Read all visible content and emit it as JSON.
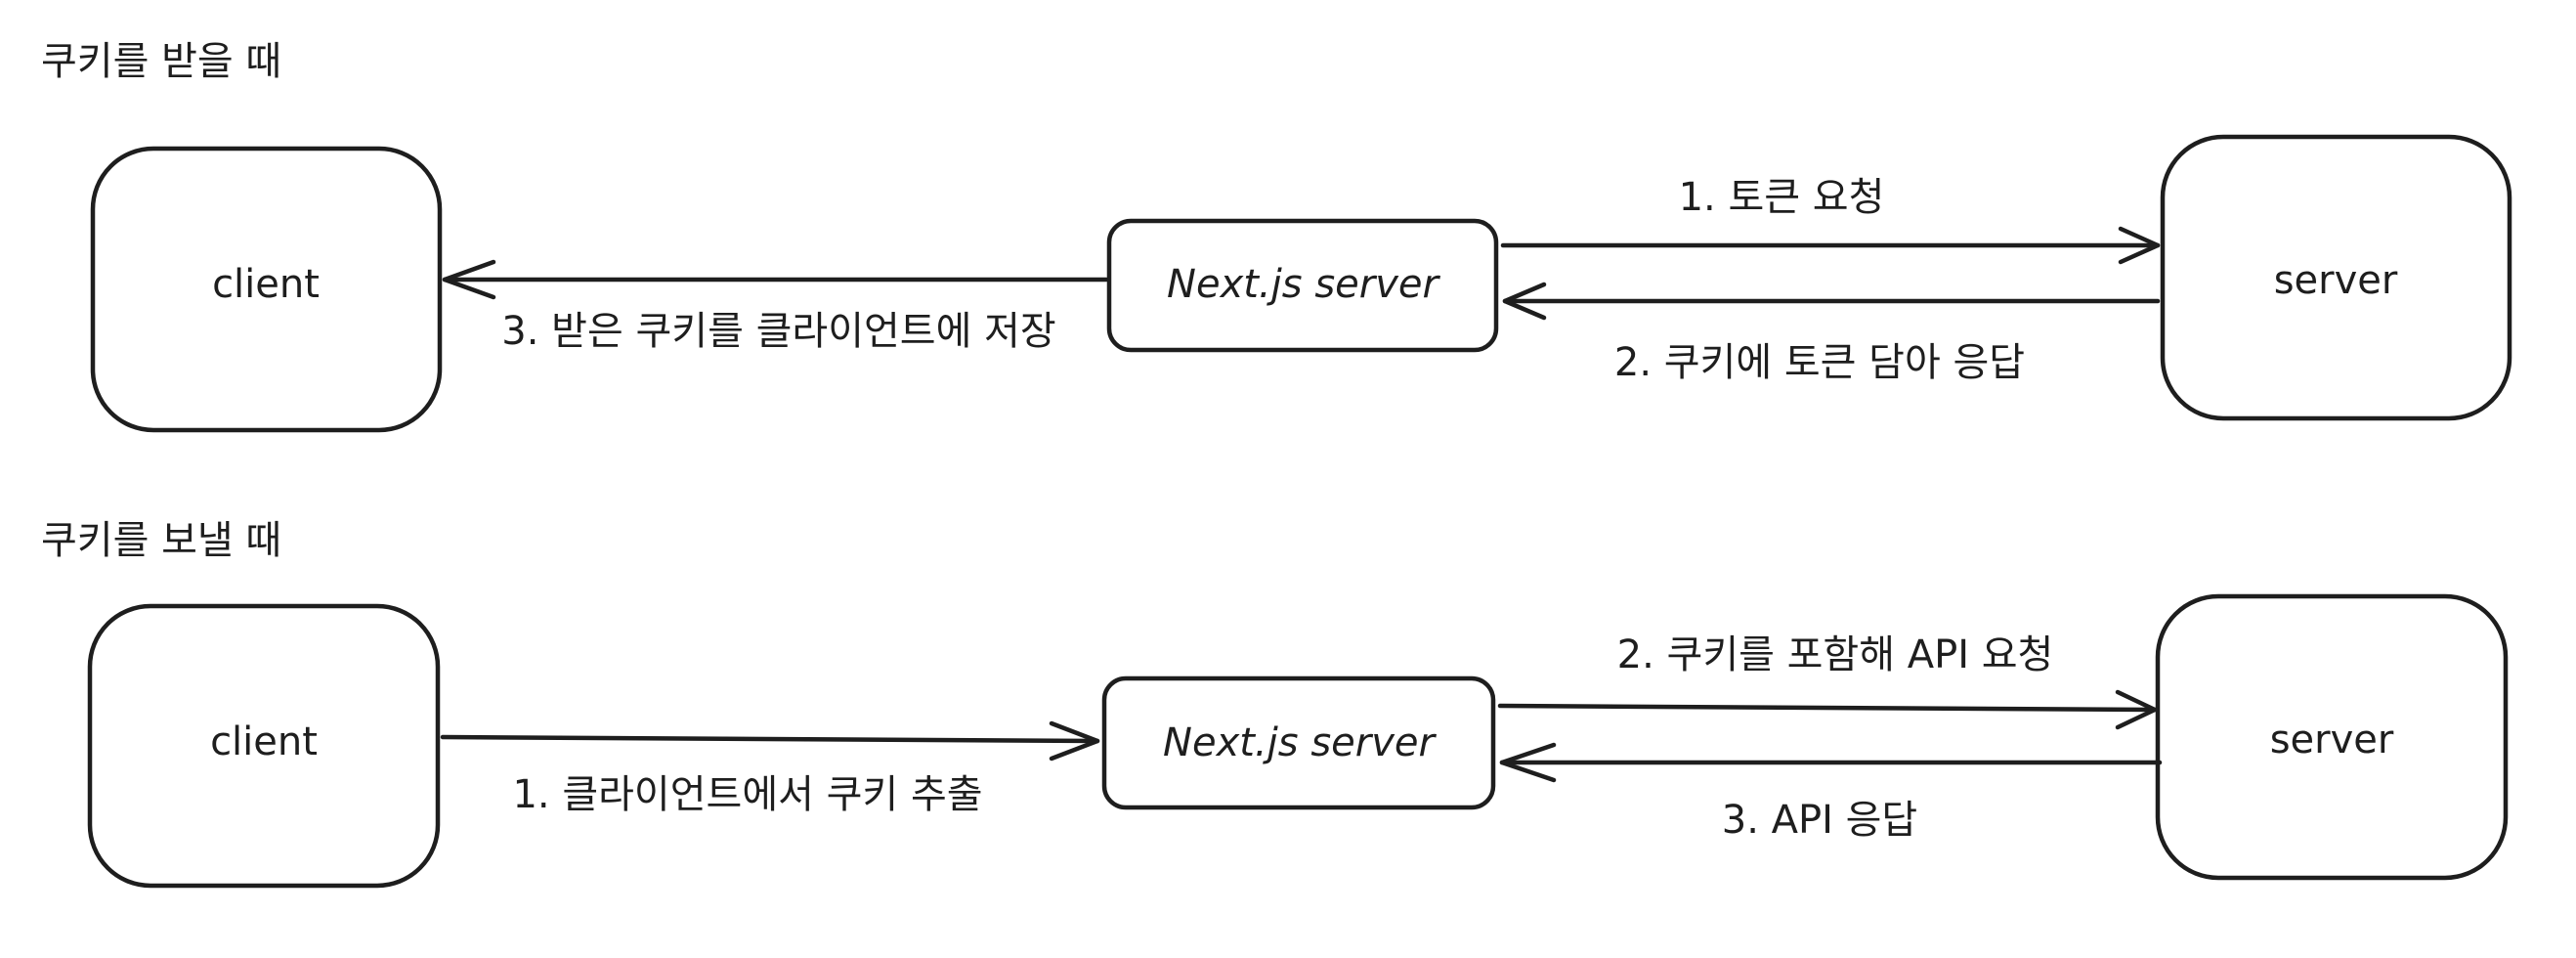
{
  "colors": {
    "stroke": "#1e1e1e",
    "background": "#ffffff"
  },
  "sections": [
    {
      "title": "쿠키를 받을 때",
      "nodes": {
        "client": "client",
        "nextjs": "Next.js server",
        "server": "server"
      },
      "edges": [
        {
          "label": "1. 토큰 요청",
          "from": "Next.js server",
          "to": "server"
        },
        {
          "label": "2. 쿠키에 토큰 담아 응답",
          "from": "server",
          "to": "Next.js server"
        },
        {
          "label": "3. 받은 쿠키를 클라이언트에 저장",
          "from": "Next.js server",
          "to": "client"
        }
      ]
    },
    {
      "title": "쿠키를 보낼 때",
      "nodes": {
        "client": "client",
        "nextjs": "Next.js server",
        "server": "server"
      },
      "edges": [
        {
          "label": "1. 클라이언트에서 쿠키 추출",
          "from": "client",
          "to": "Next.js server"
        },
        {
          "label": "2. 쿠키를 포함해 API 요청",
          "from": "Next.js server",
          "to": "server"
        },
        {
          "label": "3. API 응답",
          "from": "server",
          "to": "Next.js server"
        }
      ]
    }
  ]
}
